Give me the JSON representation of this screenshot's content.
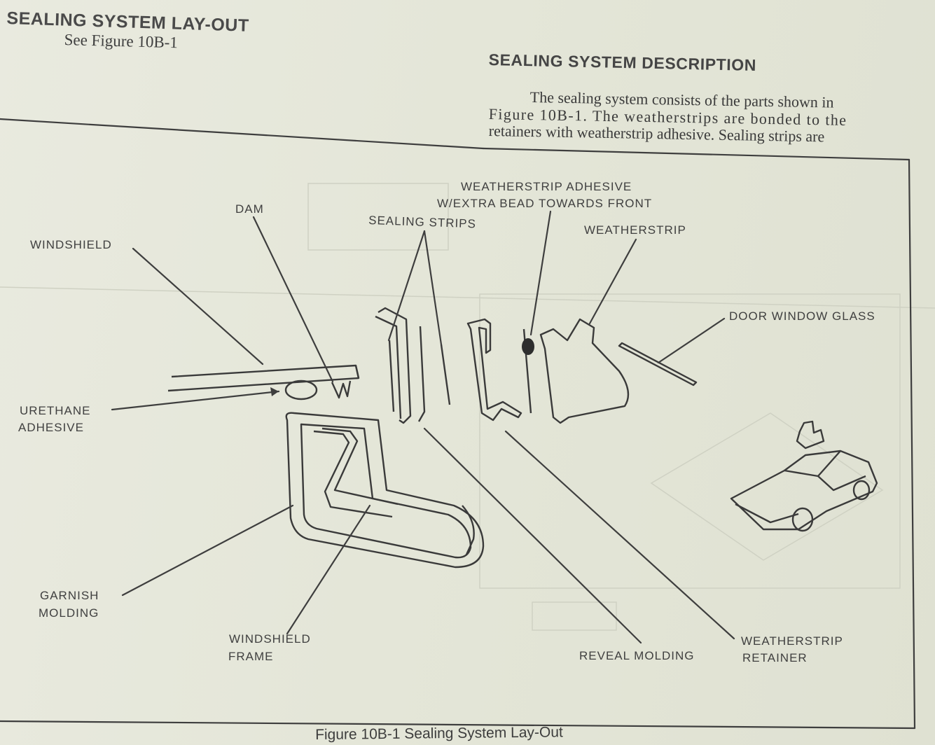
{
  "left_section": {
    "title": "SEALING SYSTEM LAY-OUT",
    "see_figure": "See Figure 10B-1"
  },
  "right_section": {
    "title": "SEALING SYSTEM DESCRIPTION",
    "paragraph_lines": [
      "The sealing system consists of the parts shown in",
      "Figure 10B-1. The weatherstrips are bonded to the",
      "retainers with weatherstrip adhesive. Sealing strips are"
    ]
  },
  "figure": {
    "caption": "Figure 10B-1 Sealing System Lay-Out",
    "labels": {
      "windshield": "WINDSHIELD",
      "dam": "DAM",
      "sealing_strips": "SEALING STRIPS",
      "weatherstrip_adhesive_1": "WEATHERSTRIP ADHESIVE",
      "weatherstrip_adhesive_2": "W/EXTRA BEAD TOWARDS FRONT",
      "weatherstrip": "WEATHERSTRIP",
      "door_window_glass": "DOOR WINDOW GLASS",
      "urethane_adhesive_1": "URETHANE",
      "urethane_adhesive_2": "ADHESIVE",
      "garnish_molding_1": "GARNISH",
      "garnish_molding_2": "MOLDING",
      "windshield_frame_1": "WINDSHIELD",
      "windshield_frame_2": "FRAME",
      "reveal_molding": "REVEAL MOLDING",
      "weatherstrip_retainer_1": "WEATHERSTRIP",
      "weatherstrip_retainer_2": "RETAINER"
    }
  }
}
